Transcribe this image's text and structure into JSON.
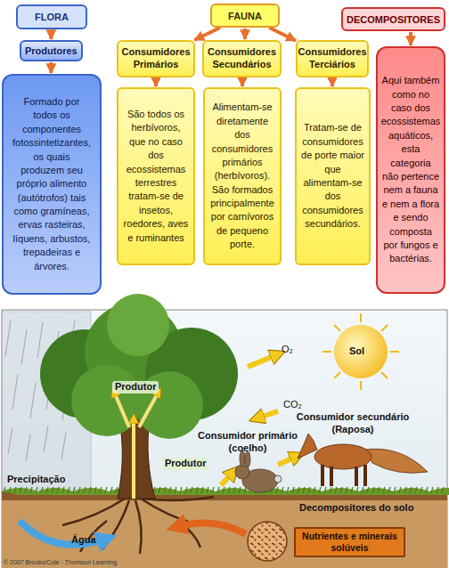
{
  "diagram": {
    "nodes": [
      {
        "text": [
          "FLORA"
        ]
      },
      {
        "text": [
          "Produtores"
        ]
      },
      {
        "text": [
          "Formado por todos os componentes fotossintetizantes, os quais produzem seu próprio alimento (autótrofos) tais como gramíneas, ervas rasteiras, líquens, arbustos, trepadeiras e árvores."
        ]
      },
      {
        "text": [
          "FAUNA"
        ]
      },
      {
        "text": [
          "Consumidores Primários"
        ]
      },
      {
        "text": [
          "São todos os herbívoros, que no caso dos ecossistemas terrestres tratam-se de insetos, roedores, aves e ruminantes"
        ]
      },
      {
        "text": [
          "Consumidores Secundários"
        ]
      },
      {
        "text": [
          "Alimentam-se diretamente dos consumidores primários (herbívoros). São formados principalmente por carnívoros de pequeno porte."
        ]
      },
      {
        "text": [
          "Consumidores Terciários"
        ]
      },
      {
        "text": [
          "Tratam-se de consumidores de porte maior que alimentam-se dos consumidores secundários."
        ]
      },
      {
        "text": [
          "DECOMPOSITORES"
        ]
      },
      {
        "text": [
          "Aqui também como no caso dos ecossistemas aquáticos, esta categoria não pertence nem a fauna e nem a flora e sendo composta por fungos e bactérias."
        ]
      },
      {
        "text": [
          "Nutrientes e minerais solúveis"
        ]
      }
    ],
    "edges": [
      {
        "from": 0,
        "to": 1,
        "arrow": "to"
      },
      {
        "from": 1,
        "to": 2,
        "arrow": "to"
      },
      {
        "from": 3,
        "to": 4,
        "arrow": "to"
      },
      {
        "from": 3,
        "to": 6,
        "arrow": "to"
      },
      {
        "from": 3,
        "to": 8,
        "arrow": "to"
      },
      {
        "from": 4,
        "to": 5,
        "arrow": "to"
      },
      {
        "from": 6,
        "to": 7,
        "arrow": "to"
      },
      {
        "from": 8,
        "to": 9,
        "arrow": "to"
      },
      {
        "from": 10,
        "to": 11,
        "arrow": "to"
      }
    ],
    "labels": [
      "Sol",
      "O₂",
      "CO₂",
      "Produtor",
      "Produtor",
      "Consumidor secundário (Raposa)",
      "Consumidor primário (coelho)",
      "Precipitação",
      "Água",
      "Decompositores do solo",
      "© 2007 Brooks/Cole - Thomson Learning"
    ]
  }
}
